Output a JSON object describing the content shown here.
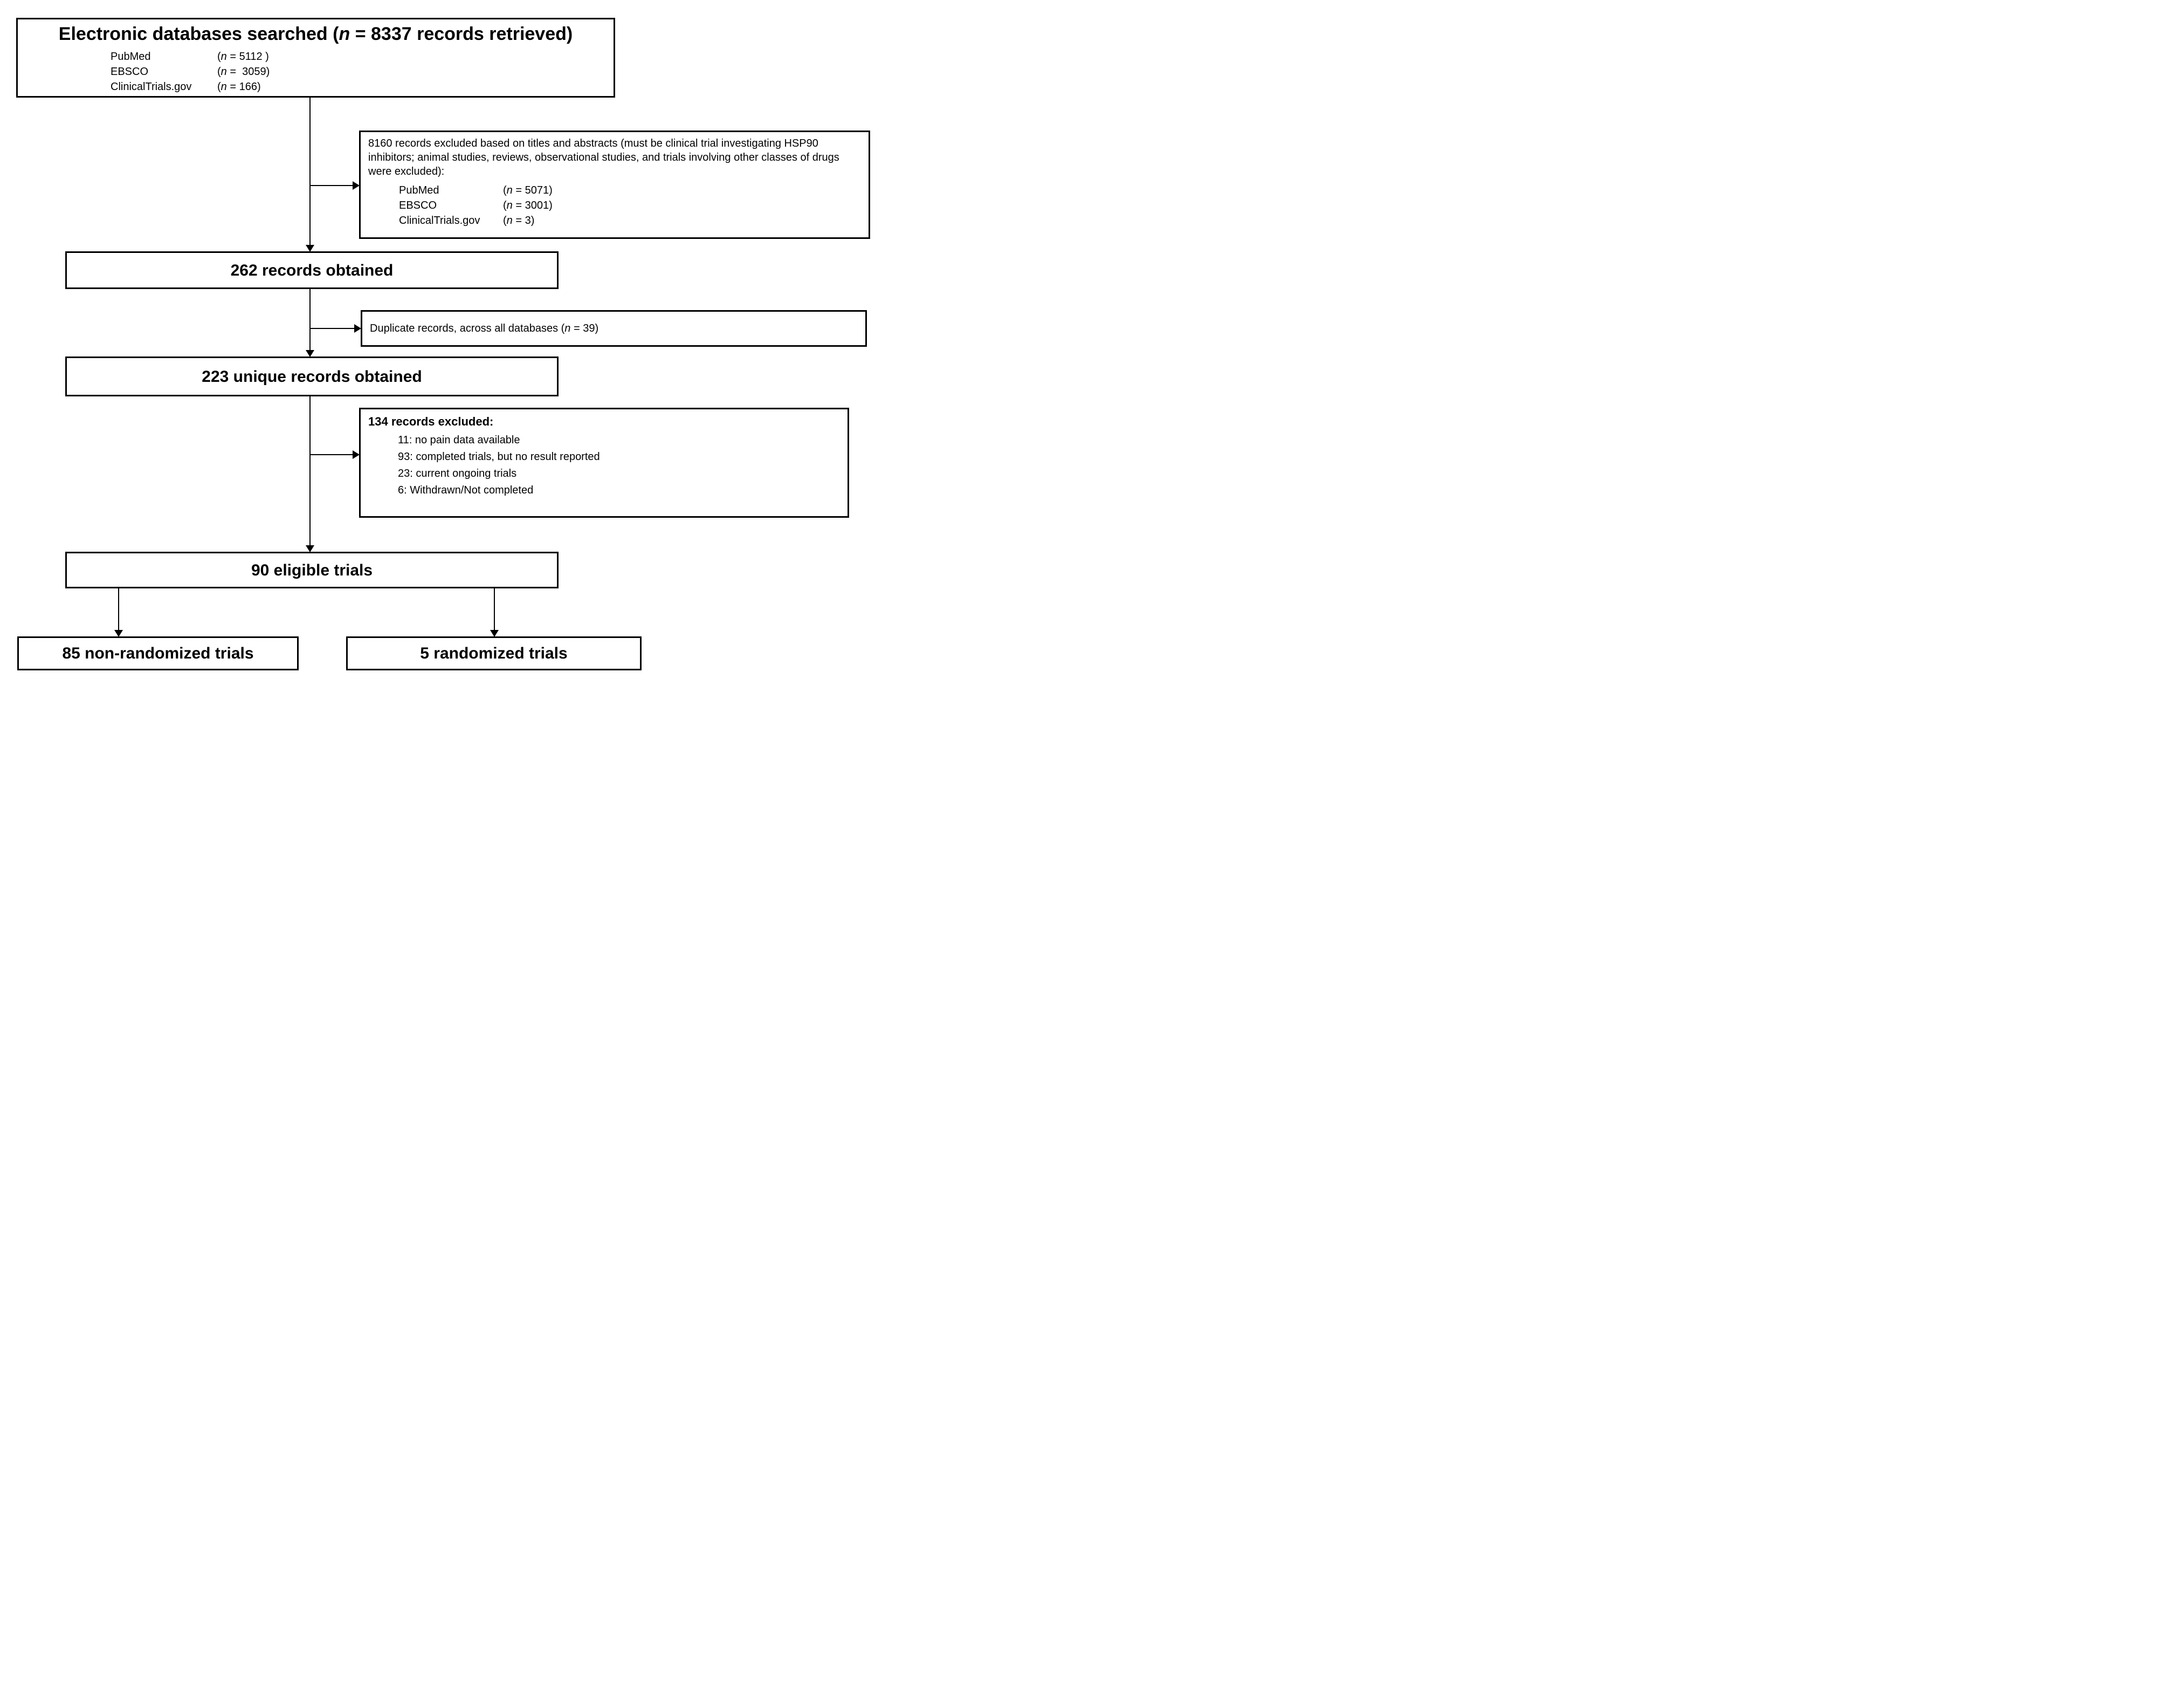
{
  "colors": {
    "line": "#000000",
    "background": "#ffffff",
    "text": "#000000"
  },
  "top_box": {
    "title_html": "Electronic databases searched (<i>n</i> = 8337 records retrieved)",
    "rows": [
      {
        "label": "PubMed",
        "value_html": "(<i>n</i> = 5112 )"
      },
      {
        "label": "EBSCO",
        "value_html": "(<i>n</i> =&nbsp; 3059)"
      },
      {
        "label": "ClinicalTrials.gov",
        "value_html": "(<i>n</i> = 166)"
      }
    ]
  },
  "title_abstract_exclusion_box": {
    "text_html": "8160 records excluded based on titles and abstracts (must be clinical trial investigating HSP90 inhibitors; animal studies, reviews, observational studies, and trials involving other classes of drugs were excluded):",
    "rows": [
      {
        "label": "PubMed",
        "value_html": "(<i>n</i> = 5071)"
      },
      {
        "label": "EBSCO",
        "value_html": "(<i>n</i> = 3001)"
      },
      {
        "label": "ClinicalTrials.gov",
        "value_html": "(<i>n</i> = 3)"
      }
    ]
  },
  "records_obtained_box": {
    "label": "262 records obtained"
  },
  "duplicates_box": {
    "text_html": "Duplicate records, across all databases (<i>n</i> = 39)"
  },
  "unique_records_box": {
    "label": "223 unique records obtained"
  },
  "records_excluded_box": {
    "title": "134 records excluded:",
    "items": [
      "11: no pain data available",
      "93: completed trials, but no result reported",
      "23: current ongoing trials",
      "6: Withdrawn/Not completed"
    ]
  },
  "eligible_trials_box": {
    "label": "90 eligible trials"
  },
  "non_randomized_box": {
    "label": "85 non-randomized trials"
  },
  "randomized_box": {
    "label": "5 randomized trials"
  }
}
